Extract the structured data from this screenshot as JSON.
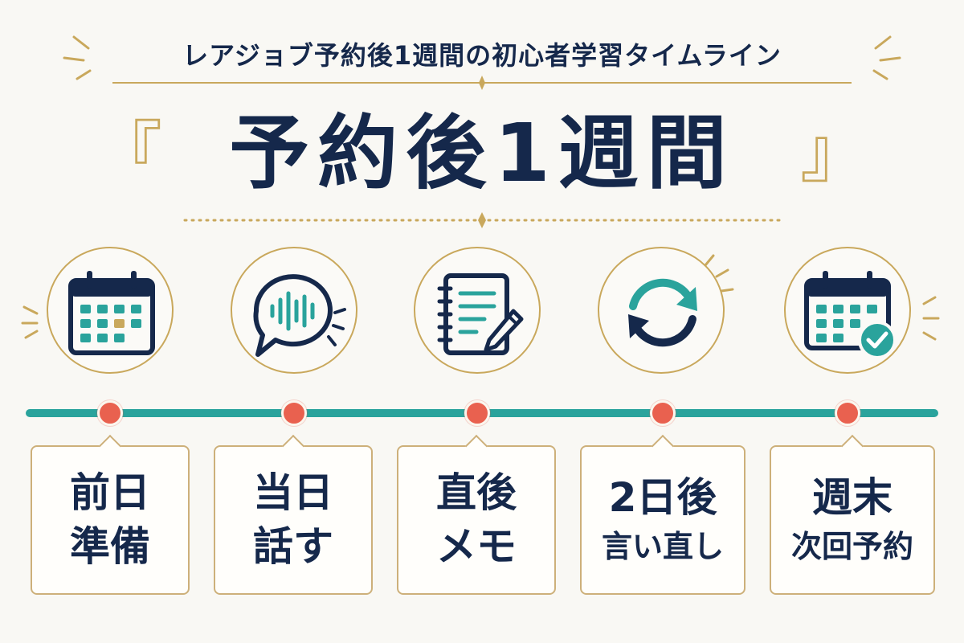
{
  "header": {
    "subtitle": "レアジョブ予約後1週間の初心者学習タイムライン",
    "title": "予約後1週間",
    "bracket_open": "『",
    "bracket_close": "』"
  },
  "timeline": {
    "steps": [
      {
        "line1": "前日",
        "line2": "準備",
        "icon": "calendar-icon"
      },
      {
        "line1": "当日",
        "line2": "話す",
        "icon": "speech-bubble-icon"
      },
      {
        "line1": "直後",
        "line2": "メモ",
        "icon": "notebook-pencil-icon"
      },
      {
        "line1": "2日後",
        "line2": "言い直し",
        "icon": "refresh-icon"
      },
      {
        "line1": "週末",
        "line2": "次回予約",
        "icon": "calendar-check-icon"
      }
    ]
  },
  "colors": {
    "navy": "#15284b",
    "teal": "#2aa39c",
    "gold": "#c9a85c",
    "coral": "#e9614f",
    "background": "#f9f8f4"
  }
}
